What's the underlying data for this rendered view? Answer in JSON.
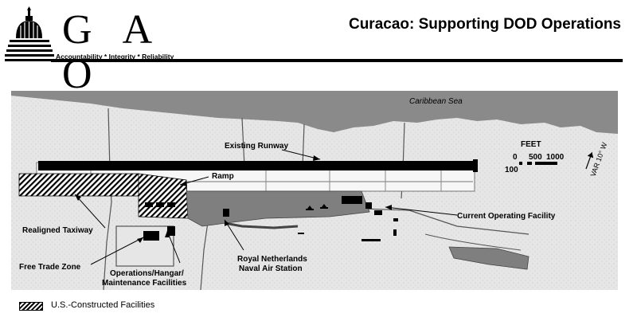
{
  "header": {
    "logo_letters": "G A O",
    "tagline": "Accountability * Integrity * Reliability",
    "title": "Curacao: Supporting DOD Operations"
  },
  "map": {
    "sea_label": "Caribbean Sea",
    "labels": {
      "existing_runway": "Existing Runway",
      "ramp": "Ramp",
      "realigned_taxiway": "Realigned Taxiway",
      "current_operating_facility": "Current Operating Facility",
      "free_trade_zone": "Free Trade Zone",
      "operations_hangar_line1": "Operations/Hangar/",
      "operations_hangar_line2": "Maintenance Facilities",
      "royal_netherlands_line1": "Royal Netherlands",
      "royal_netherlands_line2": "Naval Air Station"
    },
    "scale": {
      "unit": "FEET",
      "ticks": [
        "0",
        "500",
        "1000"
      ],
      "sub_tick": "100"
    },
    "north_arrow": {
      "text": "VAR 10° W",
      "icon": "north-arrow-icon"
    }
  },
  "legend": {
    "label": "U.S.-Constructed Facilities",
    "pattern": "diagonal-hatch"
  },
  "colors": {
    "sea": "#8a8a8a",
    "land": "#e6e6e6",
    "facility": "#7f7f7f",
    "runway": "#000000"
  }
}
